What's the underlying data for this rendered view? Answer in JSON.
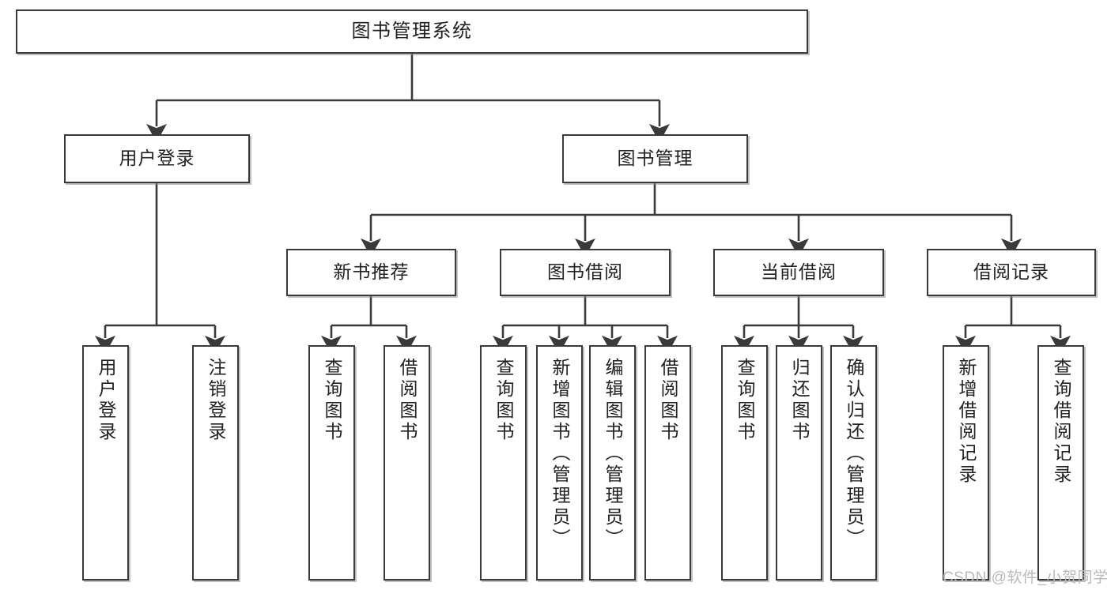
{
  "diagram": {
    "title": "图书管理系统",
    "type": "tree-hierarchy-chart",
    "root": {
      "label": "图书管理系统"
    },
    "level2": [
      {
        "label": "用户登录"
      },
      {
        "label": "图书管理"
      }
    ],
    "level3": [
      {
        "label": "新书推荐"
      },
      {
        "label": "图书借阅"
      },
      {
        "label": "当前借阅"
      },
      {
        "label": "借阅记录"
      }
    ],
    "leaves": {
      "user_login": [
        {
          "label": "用户登录"
        },
        {
          "label": "注销登录"
        }
      ],
      "new_book_recommend": [
        {
          "label": "查询图书"
        },
        {
          "label": "借阅图书"
        }
      ],
      "book_borrow": [
        {
          "label": "查询图书"
        },
        {
          "label": "新增图书（管理员）"
        },
        {
          "label": "编辑图书（管理员）"
        },
        {
          "label": "借阅图书"
        }
      ],
      "current_borrow": [
        {
          "label": "查询图书"
        },
        {
          "label": "归还图书"
        },
        {
          "label": "确认归还（管理员）"
        }
      ],
      "borrow_record": [
        {
          "label": "新增借阅记录"
        },
        {
          "label": "查询借阅记录"
        }
      ]
    }
  },
  "watermark": {
    "text": "CSDN @软件_小贺同学"
  },
  "colors": {
    "box_border": "#3a3a3a",
    "box_fill": "#ffffff",
    "text": "#222222",
    "connector": "#3a3a3a",
    "watermark": "#b9b9b9"
  }
}
